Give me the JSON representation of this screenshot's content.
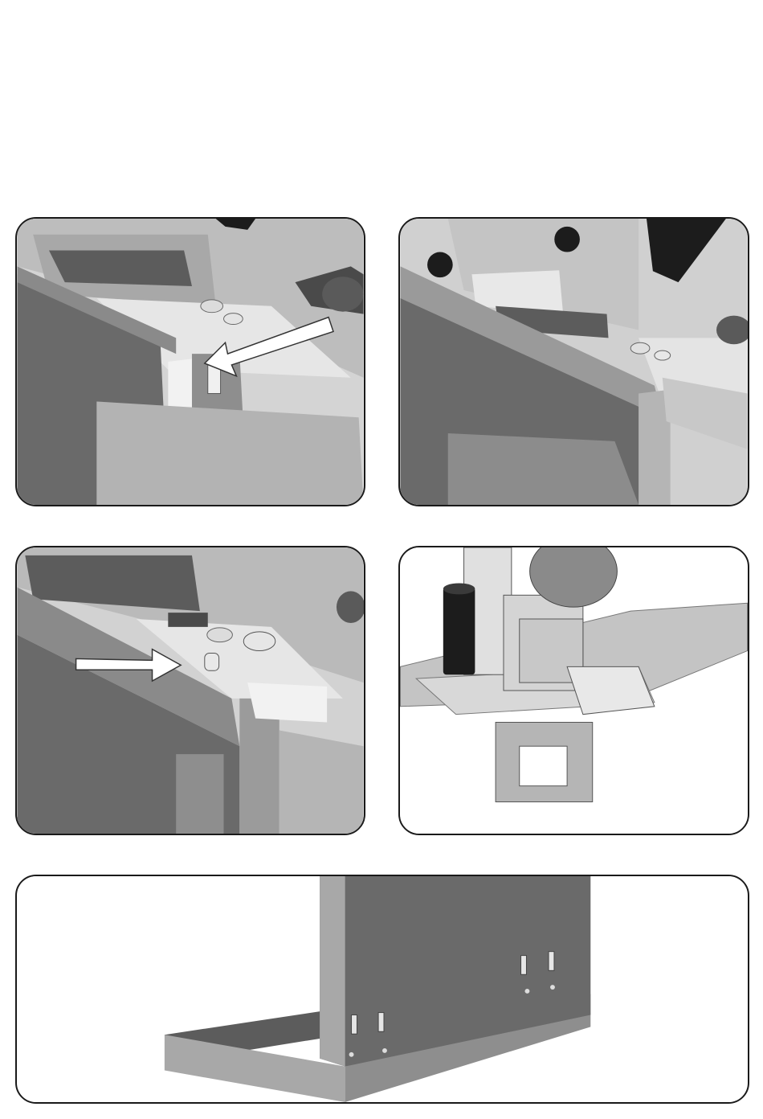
{
  "figures": [
    {
      "id": "step-1",
      "illustration": "router-base-edge-guide-slide-in",
      "icon": "arrow-left-icon"
    },
    {
      "id": "step-2",
      "illustration": "edge-guide-mounted-with-knobs",
      "icon": "knob-icon"
    },
    {
      "id": "step-3",
      "illustration": "guide-pin-alignment",
      "icon": "arrow-right-icon"
    },
    {
      "id": "step-4",
      "illustration": "router-on-base-with-dust-port",
      "icon": "dust-port-icon"
    },
    {
      "id": "step-5",
      "illustration": "board-on-dowel-template",
      "icon": "dowel-pin-icon"
    }
  ],
  "colors": {
    "panel_border": "#1a1a1a",
    "dark_gray": "#5c5c5c",
    "mid_gray": "#8a8a8a",
    "light_gray": "#c9c9c9",
    "pale_gray": "#e2e2e2",
    "black_part": "#1c1c1c",
    "arrow_fill": "#ffffff"
  }
}
